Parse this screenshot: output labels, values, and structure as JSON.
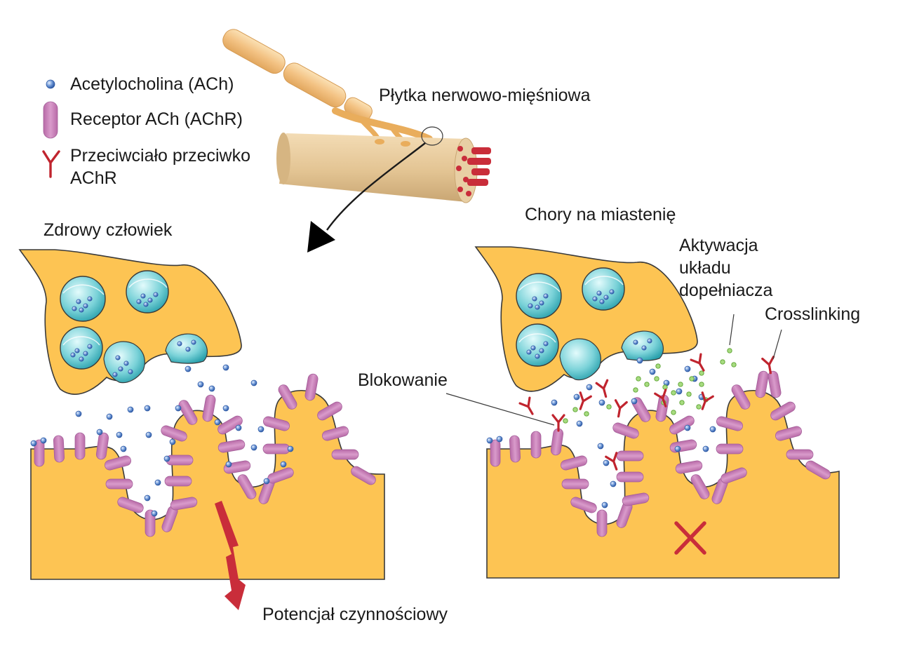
{
  "legend": {
    "ach": "Acetylocholina (ACh)",
    "achr": "Receptor ACh (AChR)",
    "antibody_line1": "Przeciwciało przeciwko",
    "antibody_line2": "AChR"
  },
  "labels": {
    "nmj": "Płytka nerwowo-mięśniowa",
    "healthy": "Zdrowy człowiek",
    "sick": "Chory na miastenię",
    "complement_line1": "Aktywacja",
    "complement_line2": "układu",
    "complement_line3": "dopełniacza",
    "crosslinking": "Crosslinking",
    "blocking": "Blokowanie",
    "action_potential": "Potencjał czynnościowy"
  },
  "colors": {
    "terminal": "#fdc453",
    "outline": "#3a3a3a",
    "vesicle": "#5cc4cc",
    "receptor": "#c982b8",
    "ach": "#5b86c9",
    "antibody": "#c0242e",
    "complement": "#7cc24d",
    "nerve": "#f2c78a",
    "muscle": "#e6c99a",
    "fibers": "#c92d3a"
  },
  "icons": {
    "ach": "ach-molecule-icon",
    "achr": "receptor-icon",
    "antibody": "antibody-icon",
    "block": "x-mark-icon",
    "lightning": "lightning-icon"
  }
}
